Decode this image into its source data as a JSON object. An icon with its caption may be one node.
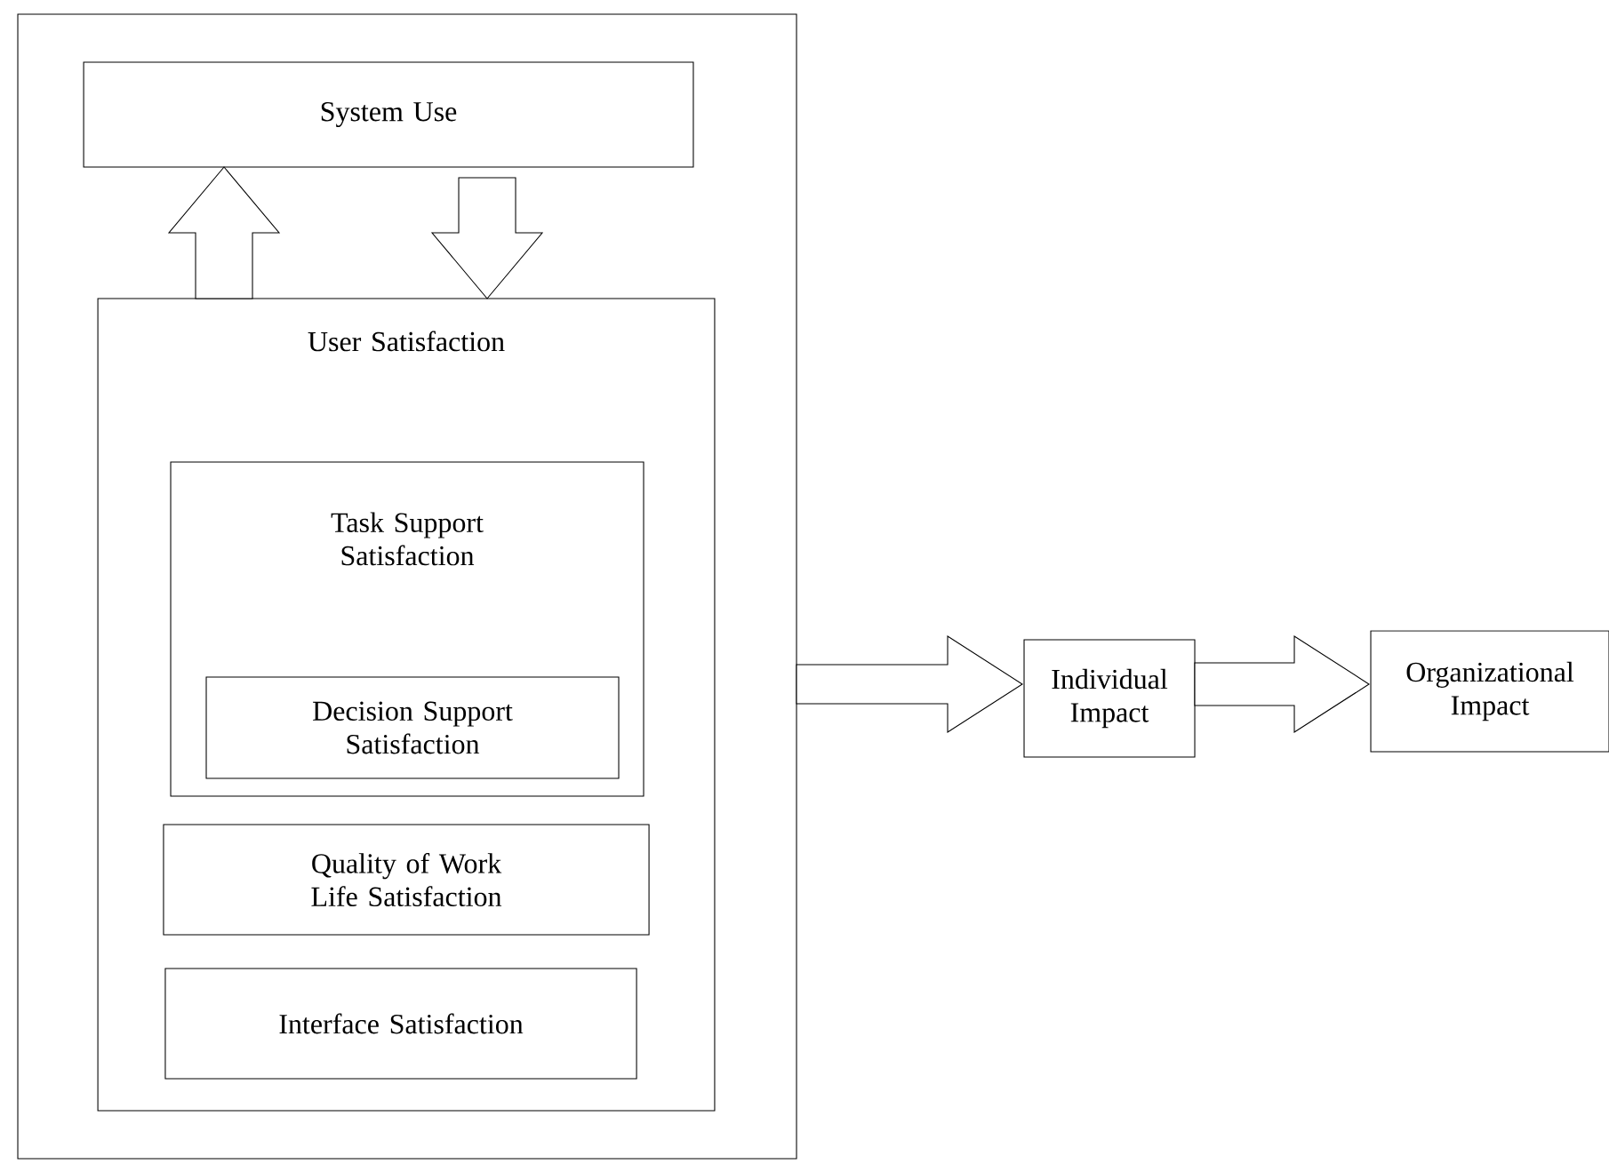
{
  "diagram": {
    "nodes": [
      {
        "text": [],
        "shape": "box"
      },
      {
        "text": [
          "System Use"
        ],
        "in": 0
      },
      {
        "text": [
          "User Satisfaction"
        ],
        "in": 0
      },
      {
        "text": [
          "Task Support Satisfaction"
        ],
        "in": 2
      },
      {
        "text": [
          "Decision Support Satisfaction"
        ],
        "in": 3
      },
      {
        "text": [
          "Quality of Work Life Satisfaction"
        ],
        "in": 2
      },
      {
        "text": [
          "Interface Satisfaction"
        ],
        "in": 2
      },
      {
        "text": [
          "Individual Impact"
        ]
      },
      {
        "text": [
          "Organizational Impact"
        ]
      }
    ],
    "edges": [
      {
        "from": 2,
        "to": 1,
        "arrow": "to"
      },
      {
        "from": 1,
        "to": 2,
        "arrow": "to"
      },
      {
        "from": 0,
        "to": 7,
        "arrow": "to"
      },
      {
        "from": 7,
        "to": 8,
        "arrow": "to"
      }
    ]
  }
}
